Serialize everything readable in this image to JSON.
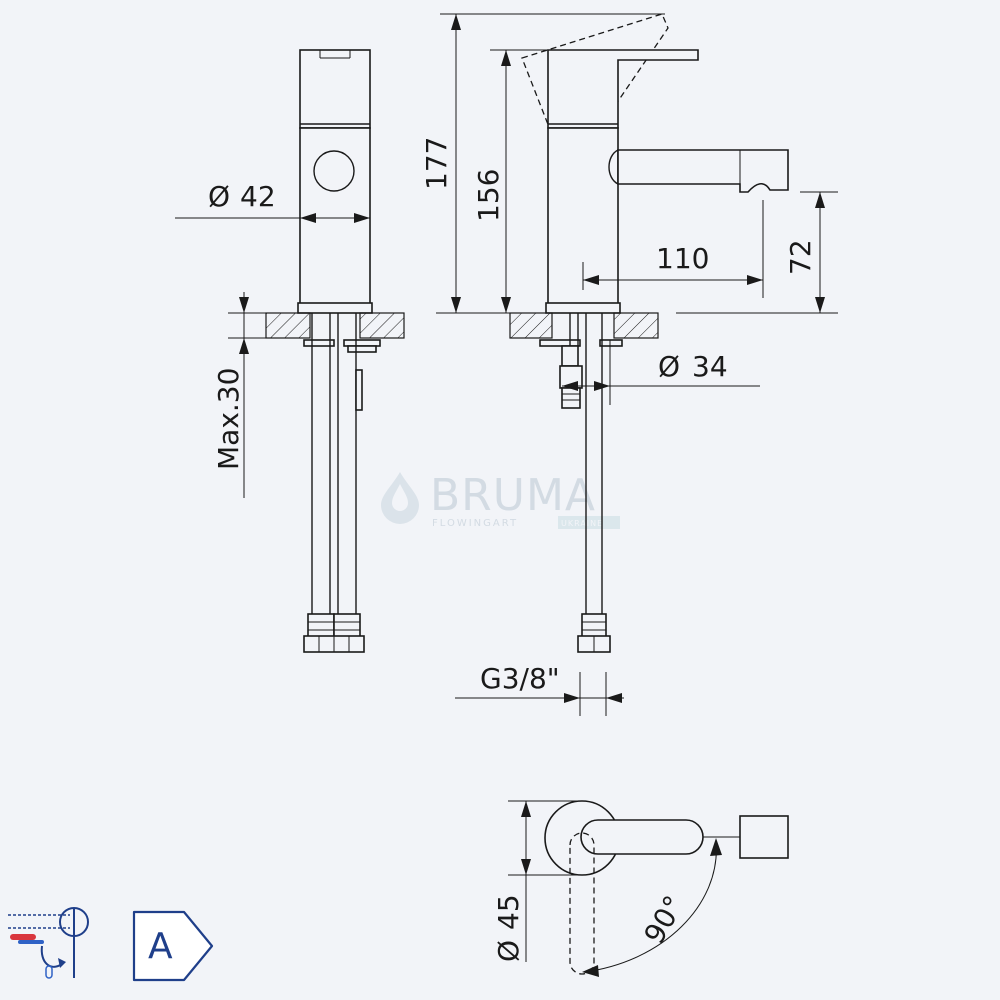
{
  "dimensions": {
    "diameter_body": "42",
    "height_total": "177",
    "height_body": "156",
    "spout_length": "110",
    "spout_height": "72",
    "diameter_mount": "34",
    "max_thickness": "Max.30",
    "connection_thread": "G3/8\"",
    "diameter_base": "45",
    "handle_angle": "90°",
    "diameter_symbol": "Ø"
  },
  "watermark": {
    "brand": "BRUMA",
    "tagline": "FLOWINGART",
    "tagline_suffix": "UKRAINE"
  },
  "badges": {
    "efficiency_class": "A",
    "icon": "cold-start-mixer-icon"
  },
  "colors": {
    "background": "#f2f4f8",
    "line": "#1a1a1a",
    "badge_accent": "#1f3f8a",
    "hot_accent": "#d9363e",
    "cold_accent": "#2f62c6",
    "watermark": "#d3dbe3"
  }
}
